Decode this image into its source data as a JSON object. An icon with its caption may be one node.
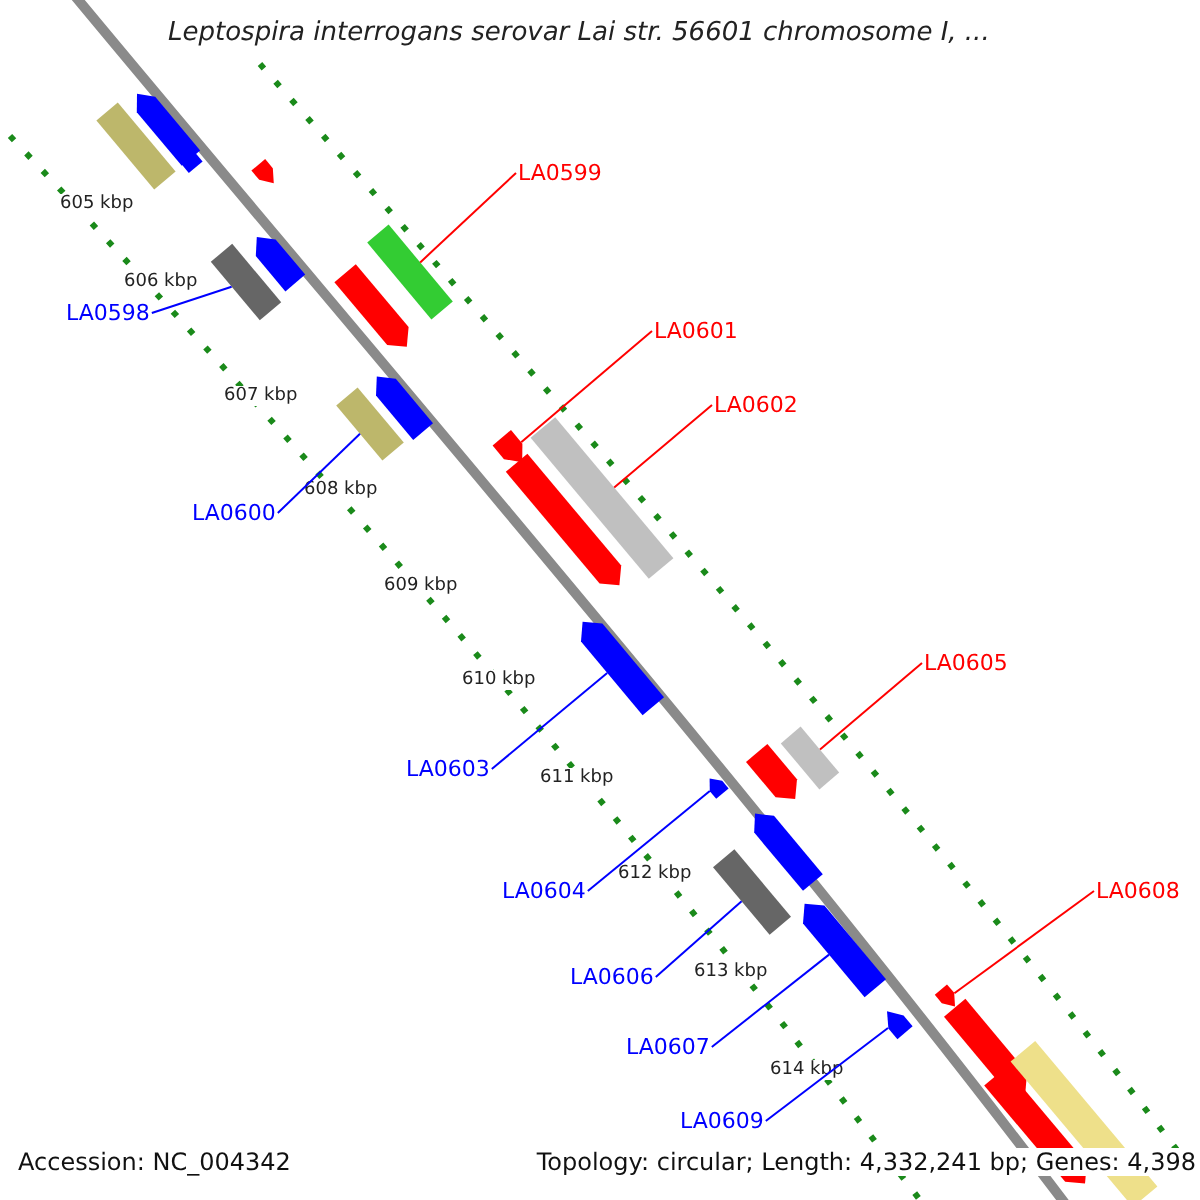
{
  "diagram": {
    "title": "Leptospira interrogans serovar Lai str. 56601 chromosome I, ...",
    "nodes": [
      {
        "text": [
          "LA0599"
        ]
      },
      {
        "text": [
          "LA0598"
        ]
      },
      {
        "text": [
          "LA0601"
        ]
      },
      {
        "text": [
          "LA0602"
        ]
      },
      {
        "text": [
          "LA0600"
        ]
      },
      {
        "text": [
          "LA0603"
        ]
      },
      {
        "text": [
          "LA0605"
        ]
      },
      {
        "text": [
          "LA0604"
        ]
      },
      {
        "text": [
          "LA0608"
        ]
      },
      {
        "text": [
          "LA0606"
        ]
      },
      {
        "text": [
          "LA0607"
        ]
      },
      {
        "text": [
          "LA0609"
        ]
      },
      {
        "text": [],
        "shape": "bar"
      },
      {
        "text": [],
        "shape": "bar"
      },
      {
        "text": [],
        "shape": "bar"
      },
      {
        "text": [],
        "shape": "bar"
      },
      {
        "text": [],
        "shape": "bar"
      },
      {
        "text": [],
        "shape": "bar"
      },
      {
        "text": [],
        "shape": "bar"
      },
      {
        "text": [],
        "shape": "bar"
      },
      {
        "text": [],
        "shape": "bar"
      },
      {
        "text": [],
        "shape": "bar"
      },
      {
        "text": [],
        "shape": "bar"
      },
      {
        "text": [],
        "shape": "bar"
      },
      {
        "text": [],
        "shape": "bar"
      },
      {
        "text": [],
        "shape": "bar"
      },
      {
        "text": [],
        "shape": "bar"
      },
      {
        "text": [],
        "shape": "bar"
      },
      {
        "text": [],
        "shape": "bar"
      },
      {
        "text": [],
        "shape": "bar"
      },
      {
        "text": [],
        "shape": "bar"
      },
      {
        "text": [],
        "shape": "bar"
      },
      {
        "text": [],
        "shape": "bar"
      },
      {
        "text": [],
        "shape": "bar"
      },
      {
        "text": [],
        "shape": "bar"
      },
      {
        "text": [],
        "shape": "bar"
      },
      {
        "text": [],
        "shape": "bar"
      }
    ],
    "edges": [
      {
        "from": 0,
        "to": 17,
        "arrow": "none",
        "color": "#ff0000"
      },
      {
        "from": 1,
        "to": 18,
        "arrow": "none"
      },
      {
        "from": 2,
        "to": 22,
        "arrow": "none",
        "color": "#ff0000"
      },
      {
        "from": 3,
        "to": 23,
        "arrow": "none",
        "color": "#ff0000"
      },
      {
        "from": 4,
        "to": 21,
        "arrow": "none"
      },
      {
        "from": 5,
        "to": 25,
        "arrow": "none"
      },
      {
        "from": 6,
        "to": 26,
        "arrow": "none",
        "color": "#ff0000"
      },
      {
        "from": 7,
        "to": 28,
        "arrow": "none"
      },
      {
        "from": 8,
        "to": 32,
        "arrow": "none",
        "color": "#ff0000"
      },
      {
        "from": 9,
        "to": 30,
        "arrow": "none"
      },
      {
        "from": 10,
        "to": 31,
        "arrow": "none"
      },
      {
        "from": 11,
        "to": 33,
        "arrow": "none"
      }
    ],
    "labels": [
      "605 kbp",
      "606 kbp",
      "607 kbp",
      "608 kbp",
      "609 kbp",
      "610 kbp",
      "611 kbp",
      "612 kbp",
      "613 kbp",
      "614 kbp",
      "Accession: NC_004342",
      "Topology: circular; Length: 4,332,241 bp; Genes: 4,398"
    ]
  }
}
